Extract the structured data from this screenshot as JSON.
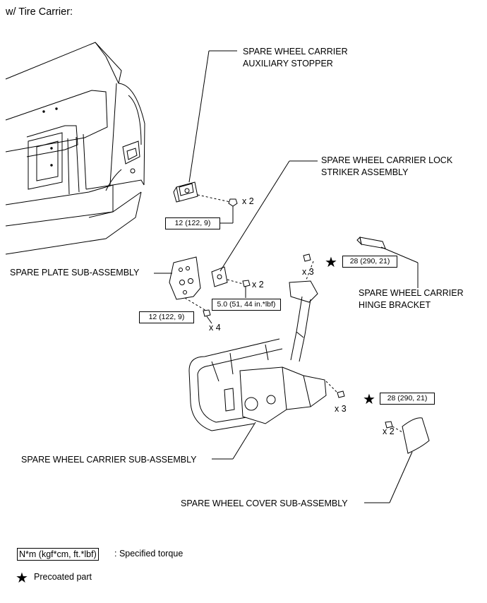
{
  "heading": "w/ Tire Carrier:",
  "callouts": {
    "auxiliary_stopper": [
      "SPARE WHEEL CARRIER",
      "AUXILIARY STOPPER"
    ],
    "lock_striker": [
      "SPARE WHEEL CARRIER LOCK",
      "STRIKER ASSEMBLY"
    ],
    "hinge_bracket": [
      "SPARE WHEEL CARRIER",
      "HINGE BRACKET"
    ],
    "spare_plate": "SPARE PLATE SUB-ASSEMBLY",
    "carrier_sub": "SPARE WHEEL CARRIER SUB-ASSEMBLY",
    "cover_sub": "SPARE WHEEL COVER SUB-ASSEMBLY"
  },
  "torques": {
    "stopper": "12 (122, 9)",
    "plate": "12 (122, 9)",
    "striker": "5.0 (51, 44 in.*lbf)",
    "carrier_top": "28 (290, 21)",
    "carrier_side": "28 (290, 21)"
  },
  "quantities": {
    "stopper": "x 2",
    "striker": "x 2",
    "plate": "x 4",
    "carrier_top": "x 3",
    "carrier_side": "x 3",
    "cover": "x 2"
  },
  "legend": {
    "torque_box": "N*m (kgf*cm, ft.*lbf)",
    "torque_desc": ": Specified torque",
    "precoat_desc": "Precoated part"
  },
  "icons": {
    "precoat": "star-icon"
  }
}
